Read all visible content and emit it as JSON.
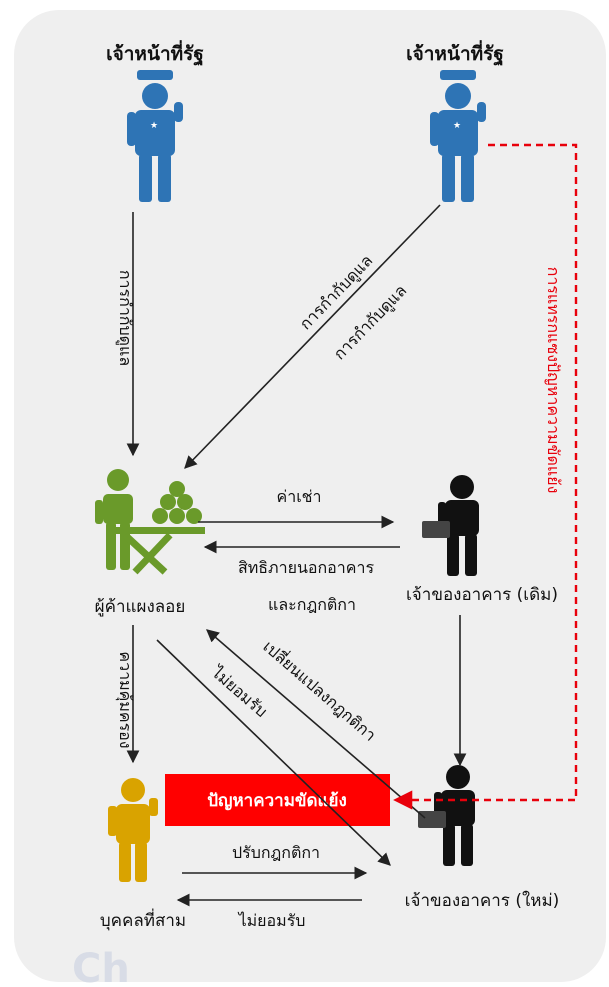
{
  "colors": {
    "official": "#2e74b5",
    "vendor": "#6a9a2a",
    "owner": "#111111",
    "third_party": "#d9a300",
    "conflict_box": "#ff0000",
    "conflict_arrow": "#e8000b",
    "arrow": "#222222",
    "panel": "#efefef"
  },
  "icons": {
    "official": "police-officer-icon",
    "vendor": "street-vendor-icon",
    "owner": "businessman-briefcase-icon",
    "third_party": "person-stop-gesture-icon"
  },
  "nodes": {
    "official_left": "เจ้าหน้าที่รัฐ",
    "official_right": "เจ้าหน้าที่รัฐ",
    "vendor": "ผู้ค้าแผงลอย",
    "owner_old": "เจ้าของอาคาร (เดิม)",
    "owner_new": "เจ้าของอาคาร (ใหม่)",
    "third_party": "บุคคลที่สาม"
  },
  "edges": {
    "supervise_left": "การกำกับดูแล",
    "supervise_diag_1": "การกำกับดูแล",
    "supervise_diag_2": "การกำกับดูแล",
    "rent": "ค่าเช่า",
    "rights_line1": "สิทธิภายนอกอาคาร",
    "rights_line2": "และกฎกติกา",
    "change_rules": "เปลี่ยนแปลงกฎกติกา",
    "not_accept_diag": "ไม่ยอมรับ",
    "consent": "ความคุ้มครอง",
    "adjust_rules": "ปรับกฎกติกา",
    "not_accept_bottom": "ไม่ยอมรับ",
    "intervention": "การแทรกแซงปัญหาความขัดแย้ง"
  },
  "conflict_box": "ปัญหาความขัดแย้ง",
  "watermark": "Ch"
}
